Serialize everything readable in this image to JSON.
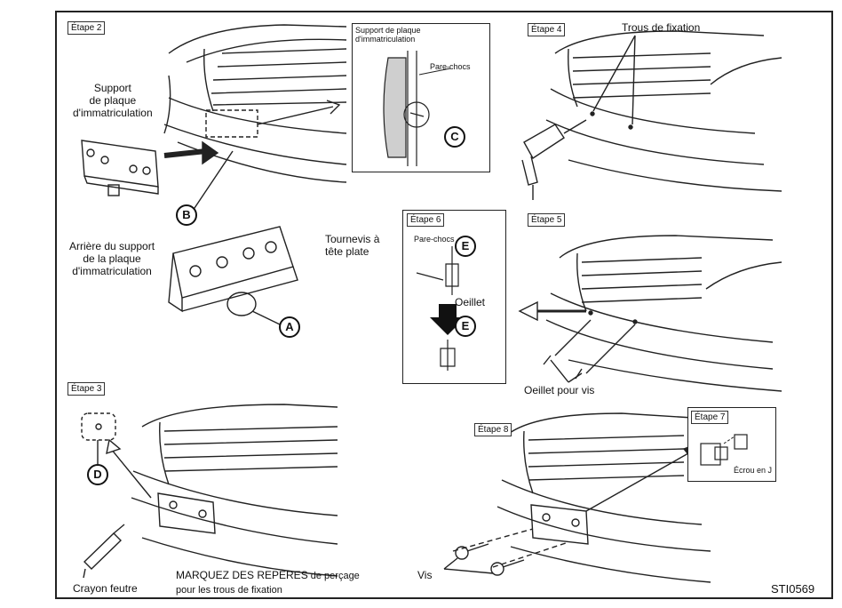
{
  "steps": {
    "s2": "Étape 2",
    "s4": "Étape 4",
    "s6": "Étape 6",
    "s5": "Étape 5",
    "s3": "Étape 3",
    "s8": "Étape 8",
    "s7": "Étape 7"
  },
  "labels": {
    "support_plaque": "Support\nde plaque\nd'immatriculation",
    "arriere_support": "Arrière du support\nde la plaque\nd'immatriculation",
    "inset_support": "Support de plaque\nd'immatriculation",
    "inset_parechocs": "Pare-chocs",
    "trous_fixation": "Trous de fixation",
    "tournevis": "Tournevis à\ntête plate",
    "s6_parechocs": "Pare-chocs",
    "oeillet": "Oeillet",
    "oeillet_vis": "Oeillet pour vis",
    "crayon": "Crayon feutre",
    "marquez_main": "MARQUEZ DES REPÈRES",
    "marquez_rest": " de perçage",
    "marquez_line2": "pour les trous de fixation",
    "vis": "Vis",
    "ecrou": "Écrou en J",
    "figure_id": "STI0569"
  },
  "callouts": [
    "A",
    "B",
    "C",
    "D",
    "E",
    "E"
  ]
}
